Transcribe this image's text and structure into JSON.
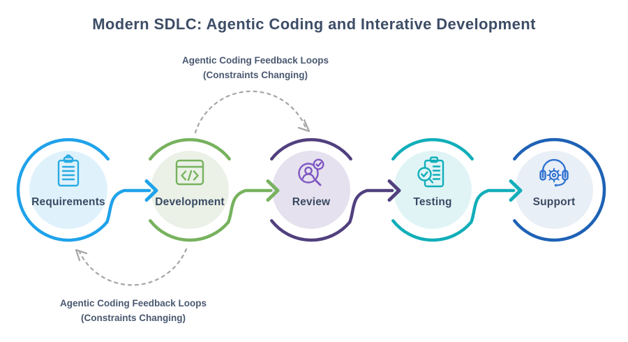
{
  "title": "Modern SDLC: Agentic Coding and Interative Development",
  "feedback_top": {
    "line1": "Agentic Coding Feedback Loops",
    "line2": "(Constraints Changing)"
  },
  "feedback_bottom": {
    "line1": "Agentic Coding Feedback Loops",
    "line2": "(Constraints Changing)"
  },
  "colors": {
    "background": "#FFFFFF",
    "title_text": "#3D4D66",
    "label_text": "#3A4A63",
    "feedback_text": "#4A5870",
    "dashed_arrow": "#A8A8A8"
  },
  "nodes": [
    {
      "label": "Requirements",
      "icon": "clipboard-icon",
      "ring": "#1FA2EA",
      "fill": "#DFF2FC",
      "icon_color": "#29ABE2"
    },
    {
      "label": "Development",
      "icon": "code-window-icon",
      "ring": "#77B25E",
      "fill": "#EBF1E7",
      "icon_color": "#77B25E"
    },
    {
      "label": "Review",
      "icon": "person-magnifier-check-icon",
      "ring": "#51407E",
      "fill": "#E6E1EE",
      "icon_color": "#7E57C2"
    },
    {
      "label": "Testing",
      "icon": "checklist-magnifier-icon",
      "ring": "#11AEB9",
      "fill": "#E0F4F6",
      "icon_color": "#11AEB9"
    },
    {
      "label": "Support",
      "icon": "headset-gear-icon",
      "ring": "#1E62B6",
      "fill": "#E9EFF6",
      "icon_color": "#2E72D2"
    }
  ],
  "arrows": [
    {
      "from": "Requirements",
      "to": "Development"
    },
    {
      "from": "Development",
      "to": "Review"
    },
    {
      "from": "Review",
      "to": "Testing"
    },
    {
      "from": "Testing",
      "to": "Support"
    }
  ],
  "feedback_arrows": [
    {
      "from": "Development",
      "to": "Review",
      "position": "top",
      "style": "dashed"
    },
    {
      "from": "Development",
      "to": "Requirements",
      "position": "bottom",
      "style": "dashed"
    }
  ]
}
